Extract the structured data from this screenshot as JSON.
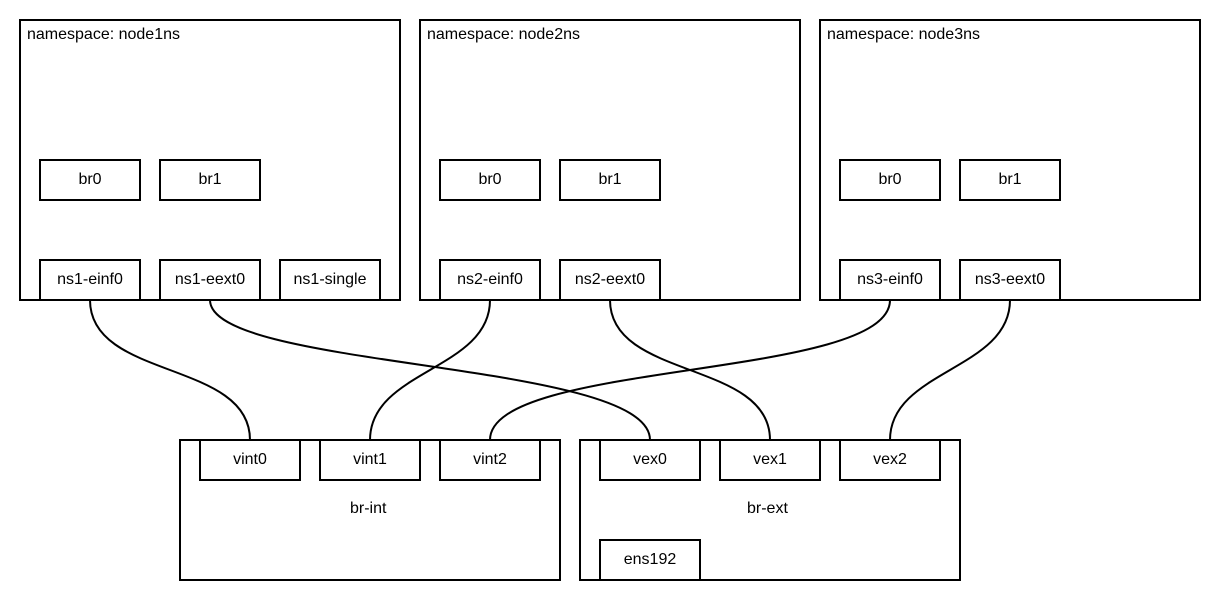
{
  "namespaces": [
    {
      "title": "namespace: node1ns",
      "bridges": [
        "br0",
        "br1"
      ],
      "interfaces": [
        "ns1-einf0",
        "ns1-eext0",
        "ns1-single"
      ]
    },
    {
      "title": "namespace: node2ns",
      "bridges": [
        "br0",
        "br1"
      ],
      "interfaces": [
        "ns2-einf0",
        "ns2-eext0"
      ]
    },
    {
      "title": "namespace: node3ns",
      "bridges": [
        "br0",
        "br1"
      ],
      "interfaces": [
        "ns3-einf0",
        "ns3-eext0"
      ]
    }
  ],
  "br_int": {
    "label": "br-int",
    "ports": [
      "vint0",
      "vint1",
      "vint2"
    ]
  },
  "br_ext": {
    "label": "br-ext",
    "ports": [
      "vex0",
      "vex1",
      "vex2"
    ],
    "uplink": "ens192"
  }
}
